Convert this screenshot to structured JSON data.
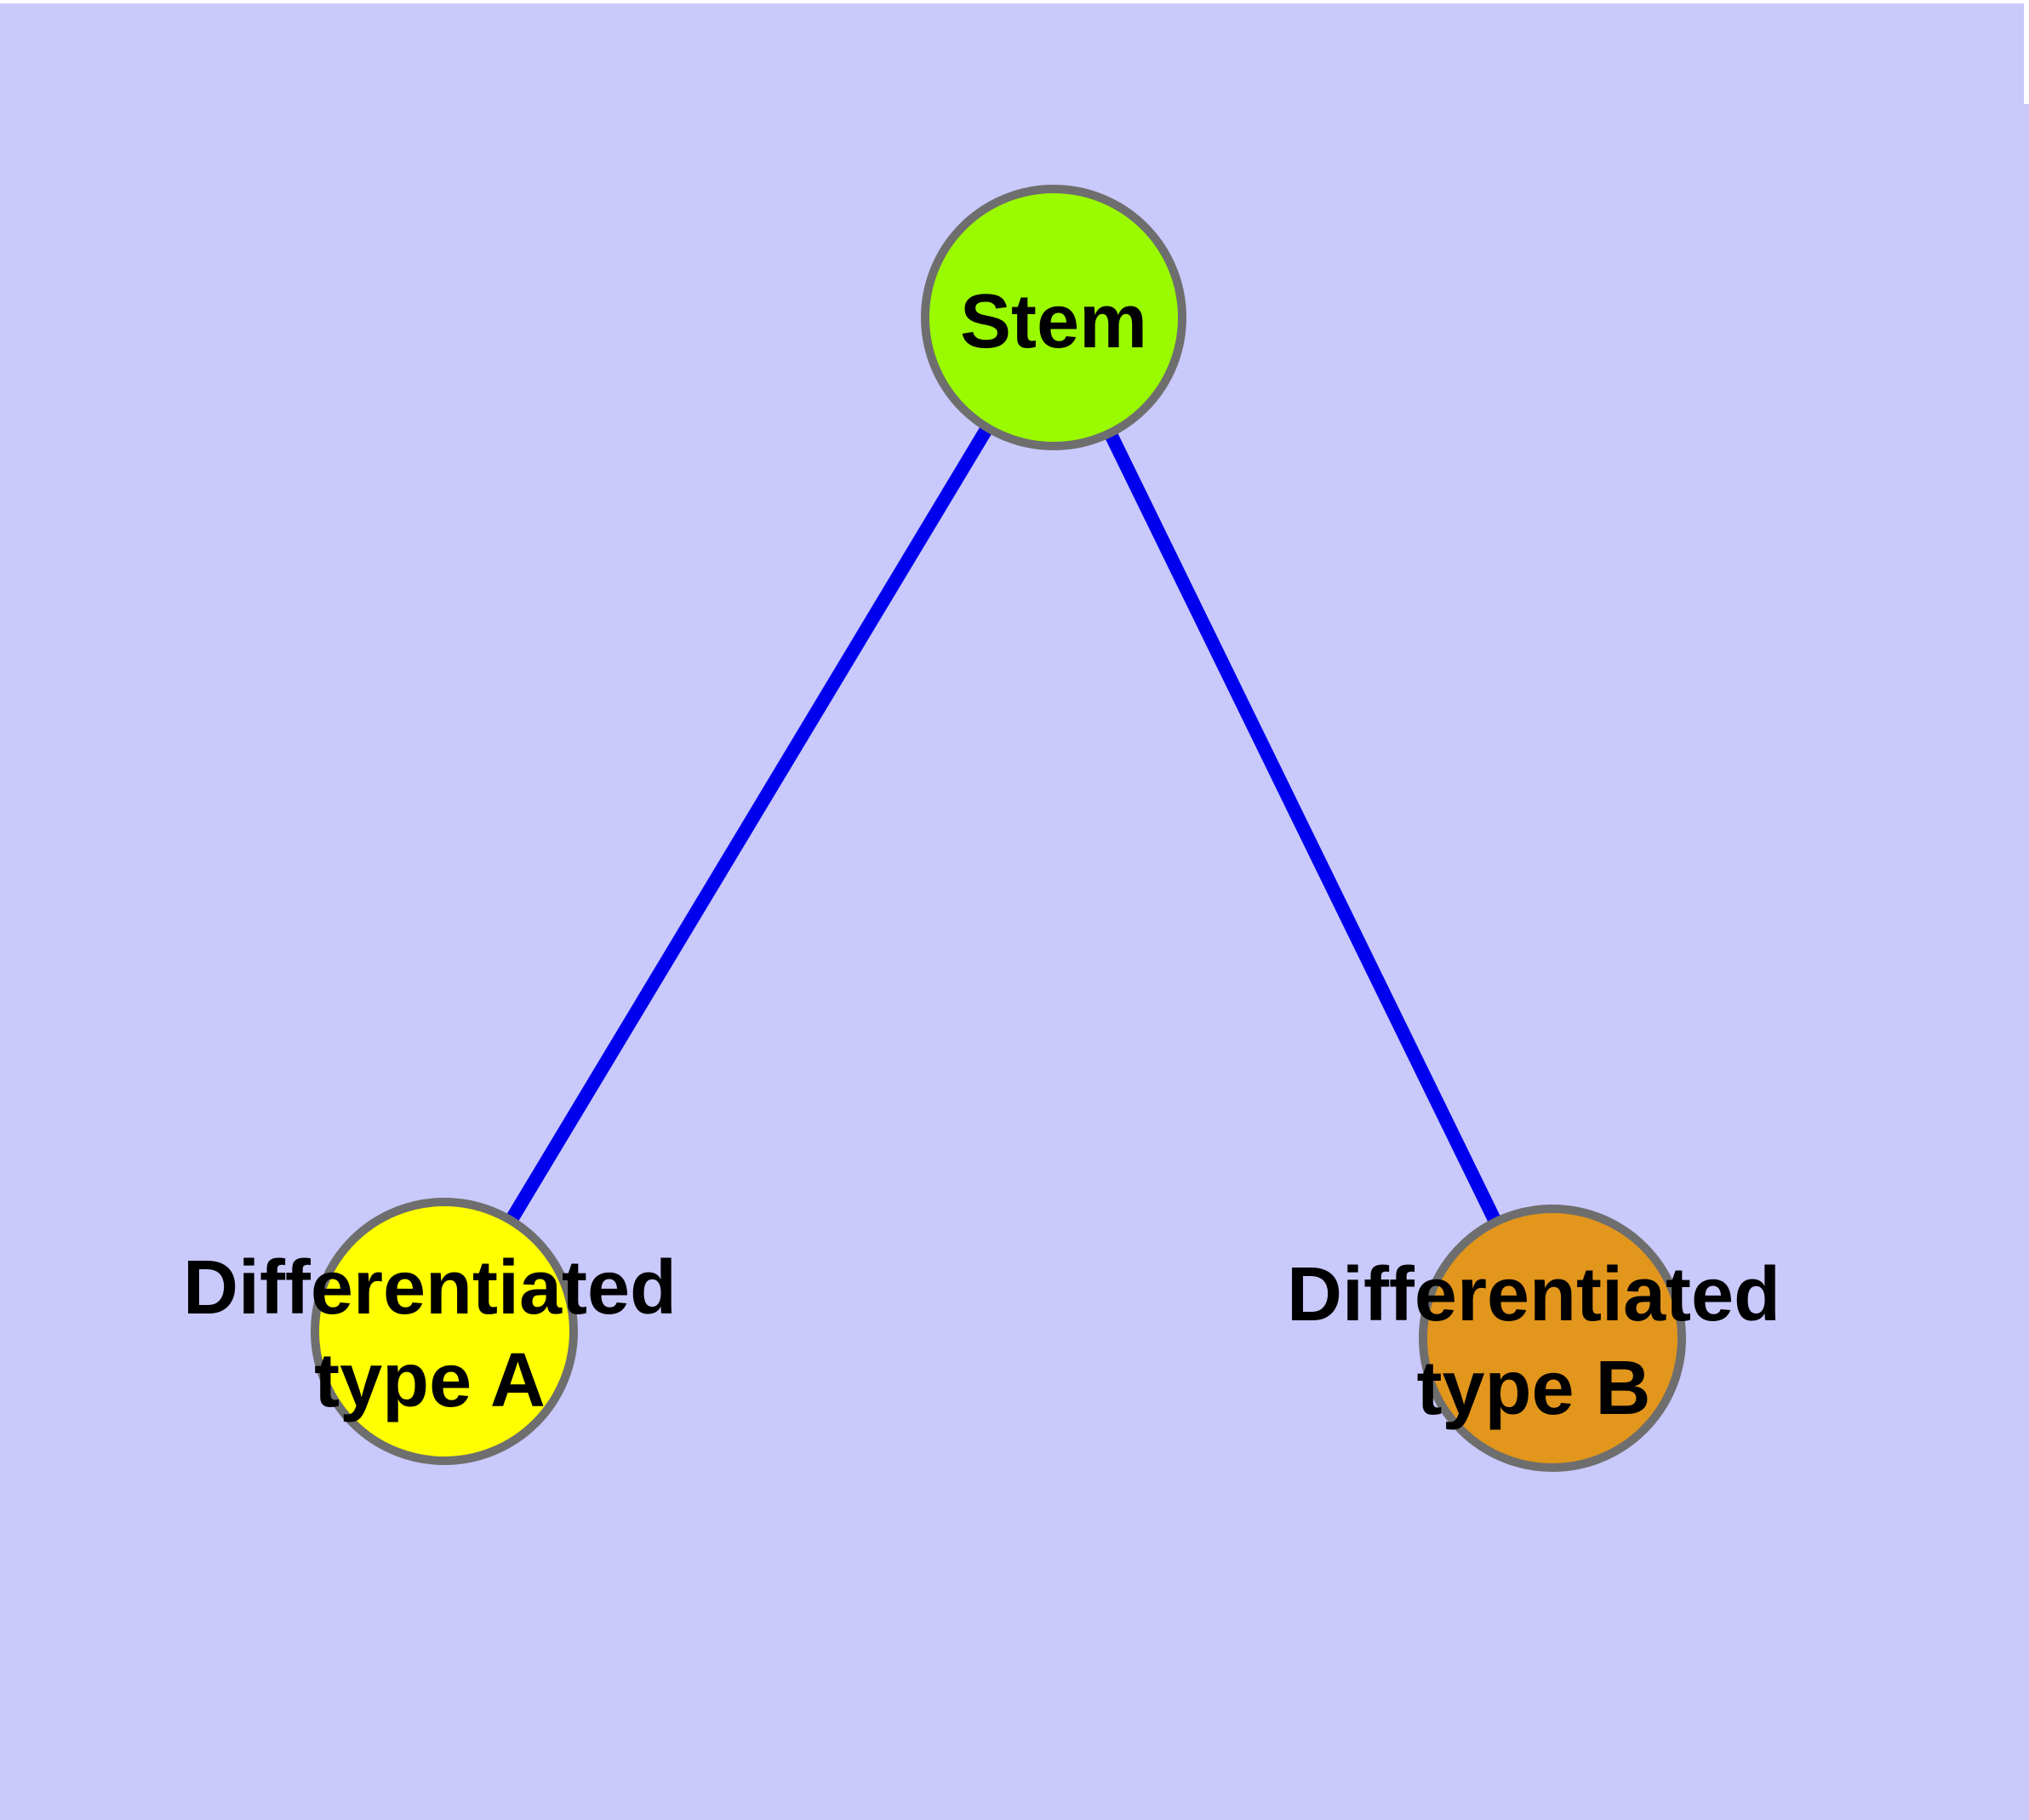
{
  "canvas": {
    "background_color": "#c9c9fb",
    "top_edge_color": "#ffffff",
    "right_edge_color": "#ffffff"
  },
  "diagram": {
    "node_border_color": "#6e6e6e",
    "label_color": "#000000",
    "edge_color": "#0000ee",
    "nodes": [
      {
        "id": "stem",
        "label_lines": [
          "Stem"
        ],
        "fill": "#9afb00"
      },
      {
        "id": "differentiated-type-a",
        "label_lines": [
          "Differentiated",
          "type A"
        ],
        "fill": "#ffff00"
      },
      {
        "id": "differentiated-type-b",
        "label_lines": [
          "Differentiated",
          "type B"
        ],
        "fill": "#e2961c"
      }
    ],
    "edges": [
      {
        "from": "stem",
        "to": "differentiated-type-a"
      },
      {
        "from": "stem",
        "to": "differentiated-type-b"
      }
    ]
  }
}
